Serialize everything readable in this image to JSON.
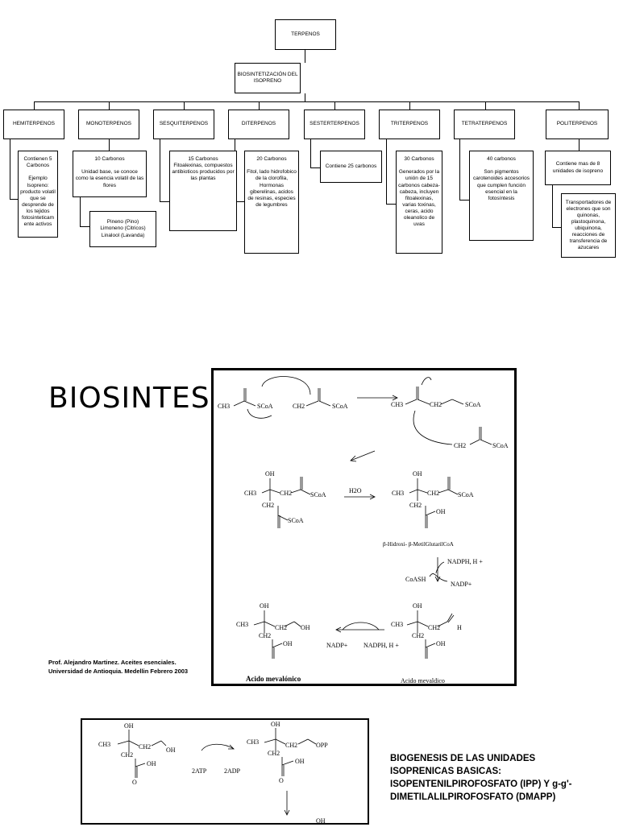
{
  "chart": {
    "root": "TERPENOS",
    "biosynthesis": "BIOSINTETIZACIÓN DEL ISOPRENO",
    "categories": [
      {
        "name": "HEMITERPENOS",
        "desc": "Contienen 5 Carbonos\n\nEjemplo Isopreno: producto volatil que se desprende de los tejidos fotosinteticam ente activos"
      },
      {
        "name": "MONOTERPENOS",
        "desc": "10 Carbonos\n\nUnidad base, se conoce como la esencia volatil de las flores",
        "examples": "Pineno (Pino)\nLimoneno (Citricos)\nLinalool (Lavanda)"
      },
      {
        "name": "SESQUITERPENOS",
        "desc": "15 Carbonos\nFitoalexinas, compuestos antibioticos producidos por las plantas"
      },
      {
        "name": "DITERPENOS",
        "desc": "20 Carbonos\n\nFitol, lado hidrofobico de la clorofila, Hormonas giberelinas, acidos de resinas, especies de legumbres"
      },
      {
        "name": "SESTERTERPENOS",
        "desc": "Contiene 25 carbonos"
      },
      {
        "name": "TRITERPENOS",
        "desc": "30 Carbonos\n\nGenerados por la unión de 15 carbonos cabeza-cabeza, incluyen fitoalexinas, varias toxinas, ceras, acido oleanolico de uvas"
      },
      {
        "name": "TETRATERPENOS",
        "desc": "40 carbonos\n\nSon pigmentos carotenoides accesorios que cumplen función esencial en la fotosíntesis"
      },
      {
        "name": "POLITERPENOS",
        "desc": "Contiene mas de 8 unidades de isopreno",
        "examples": "Transportadores de electrones que son quinonas, plastoquinona, ubiquinona, reacciones de transferencia de azucares"
      }
    ]
  },
  "title_large": "BIOSINTESI",
  "credit": {
    "line1": "Prof. Alejandro Martinez. Aceites esenciales.",
    "line2": "Universidad de Antioquia. Medellin Febrero 2003"
  },
  "scheme1": {
    "scoa": "SCoA",
    "ch3": "CH3",
    "ch2": "CH2",
    "oh": "OH",
    "o": "O",
    "h2o": "H2O",
    "hmg": "β-Hidroxi- β-MetilGlutarilCoA",
    "nadph": "NADPH, H +",
    "nadp": "NADP+",
    "coash": "CoASH",
    "h": "H",
    "mevalonico": "Acido mevalónico",
    "mevaldico": "Acido mevaldico"
  },
  "scheme2": {
    "atp": "2ATP",
    "adp": "2ADP",
    "opp": "OPP"
  },
  "section_text": "BIOGENESIS DE LAS UNIDADES ISOPRENICAS BASICAS: ISOPENTENILPIROFOSFATO (IPP) Y g-g'-DIMETILALILPIROFOSFATO (DMAPP)"
}
